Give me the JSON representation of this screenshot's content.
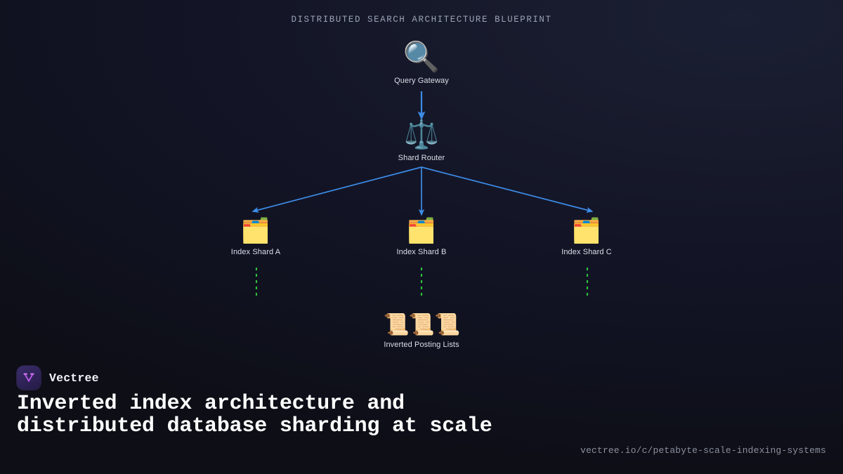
{
  "diagram": {
    "title": "DISTRIBUTED SEARCH ARCHITECTURE BLUEPRINT",
    "edge_color": "#3d8ce8",
    "dashed_edge_color": "#2fbf3f",
    "nodes": [
      {
        "id": "gateway",
        "label": "Query Gateway",
        "icon": "magnifying-glass-icon",
        "glyph": "🔍"
      },
      {
        "id": "router",
        "label": "Shard Router",
        "icon": "balance-scale-icon",
        "glyph": "⚖️"
      },
      {
        "id": "shard_a",
        "label": "Index Shard A",
        "icon": "card-index-dividers-icon",
        "glyph": "🗂️"
      },
      {
        "id": "shard_b",
        "label": "Index Shard B",
        "icon": "card-index-dividers-icon",
        "glyph": "🗂️"
      },
      {
        "id": "shard_c",
        "label": "Index Shard C",
        "icon": "card-index-dividers-icon",
        "glyph": "🗂️"
      },
      {
        "id": "posting",
        "label": "Inverted Posting Lists",
        "icon": "scrolls-icon",
        "glyph": "📜📜📜"
      }
    ]
  },
  "footer": {
    "brand_name": "Vectree",
    "headline": "Inverted index architecture and distributed database sharding at scale",
    "source_url": "vectree.io/c/petabyte-scale-indexing-systems",
    "brand_accent": "#c35bf0"
  }
}
